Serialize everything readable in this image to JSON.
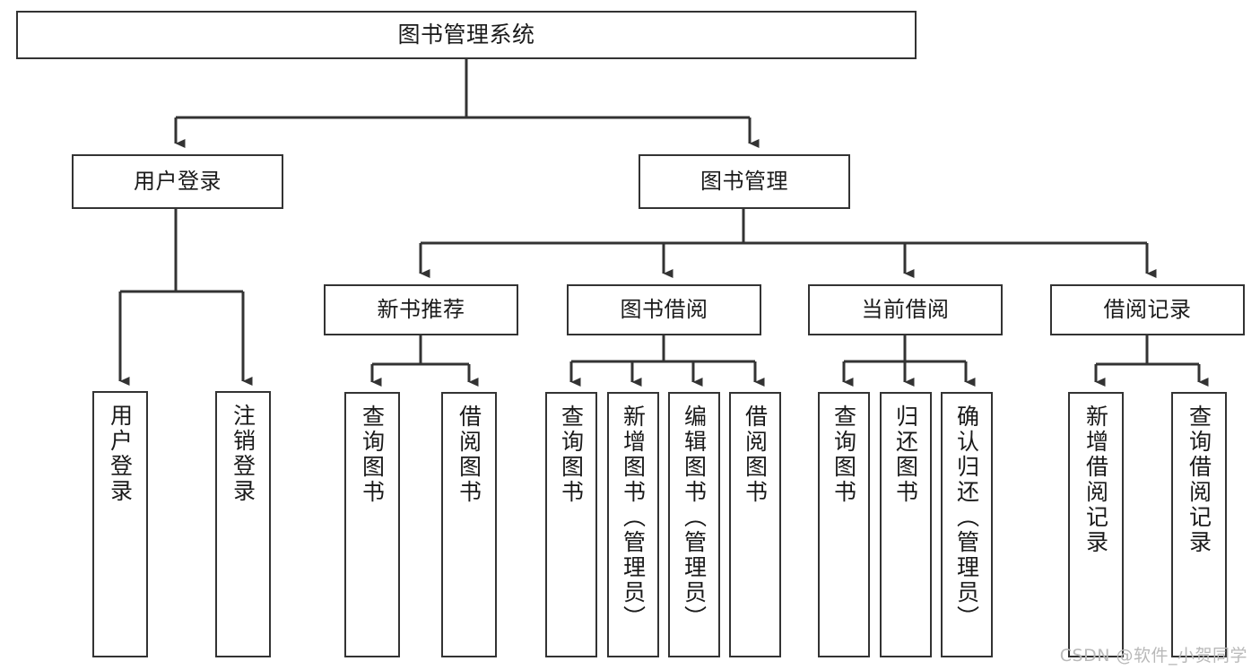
{
  "diagram": {
    "type": "tree",
    "title": "图书管理系统",
    "orientation": "top-down",
    "colors": {
      "box_border": "#333333",
      "box_fill": "#ffffff",
      "edge": "#333333",
      "text": "#1a1a1a",
      "watermark": "#b9b9b9"
    },
    "nodes": {
      "root": {
        "label": "图书管理系统"
      },
      "level2": [
        {
          "label": "用户登录"
        },
        {
          "label": "图书管理"
        }
      ],
      "level3": [
        {
          "label": "新书推荐"
        },
        {
          "label": "图书借阅"
        },
        {
          "label": "当前借阅"
        },
        {
          "label": "借阅记录"
        }
      ],
      "leaves": {
        "user_login": [
          {
            "label": "用户登录"
          },
          {
            "label": "注销登录"
          }
        ],
        "new_book_recommend": [
          {
            "label": "查询图书"
          },
          {
            "label": "借阅图书"
          }
        ],
        "book_borrow": [
          {
            "label": "查询图书"
          },
          {
            "label": "新增图书（管理员）"
          },
          {
            "label": "编辑图书（管理员）"
          },
          {
            "label": "借阅图书"
          }
        ],
        "current_borrow": [
          {
            "label": "查询图书"
          },
          {
            "label": "归还图书"
          },
          {
            "label": "确认归还（管理员）"
          }
        ],
        "borrow_records": [
          {
            "label": "新增借阅记录"
          },
          {
            "label": "查询借阅记录"
          }
        ]
      }
    }
  },
  "watermark": {
    "text": "CSDN @软件_小贺同学"
  }
}
